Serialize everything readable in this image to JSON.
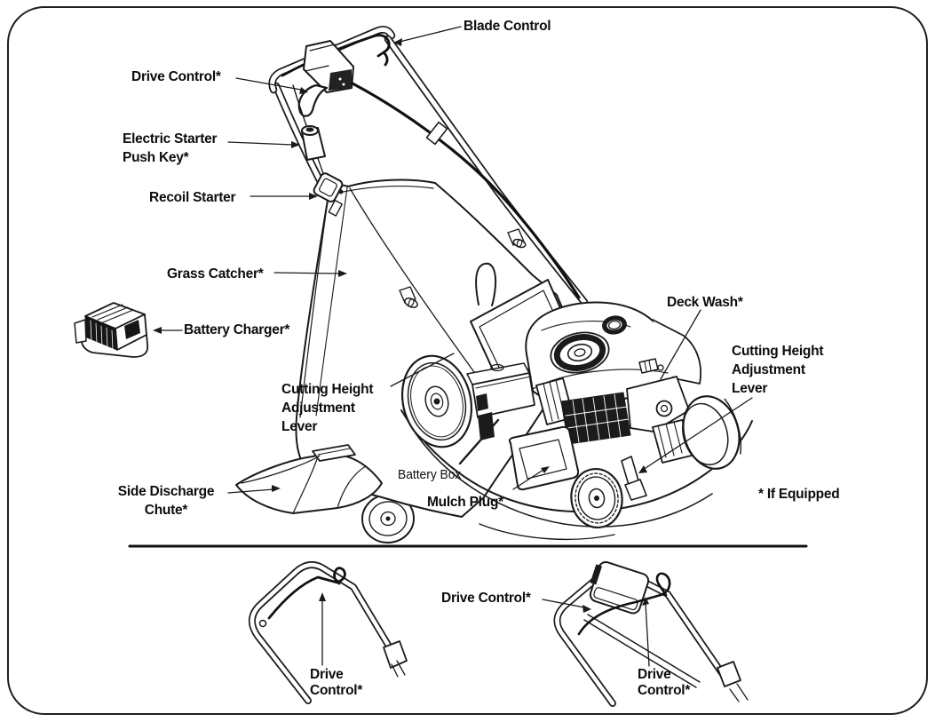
{
  "figure": {
    "kind": "lawn-mower-parts-diagram",
    "background": "#ffffff",
    "line_color": "#1a1a1a",
    "text_color": "#0d0d0d"
  },
  "labels": {
    "blade_control": "Blade Control",
    "drive_control": "Drive Control*",
    "drive_control_two_line": "Drive\nControl*",
    "electric_starter_push_key": "Electric Starter\nPush Key*",
    "recoil_starter": "Recoil Starter",
    "grass_catcher": "Grass Catcher*",
    "battery_charger": "Battery Charger*",
    "deck_wash": "Deck Wash*",
    "cutting_height_adjustment_lever": "Cutting Height\nAdjustment\nLever",
    "battery_box": "Battery Box",
    "mulch_plug": "Mulch Plug*",
    "side_discharge_chute": "Side Discharge\nChute*",
    "if_equipped": "* If Equipped"
  }
}
